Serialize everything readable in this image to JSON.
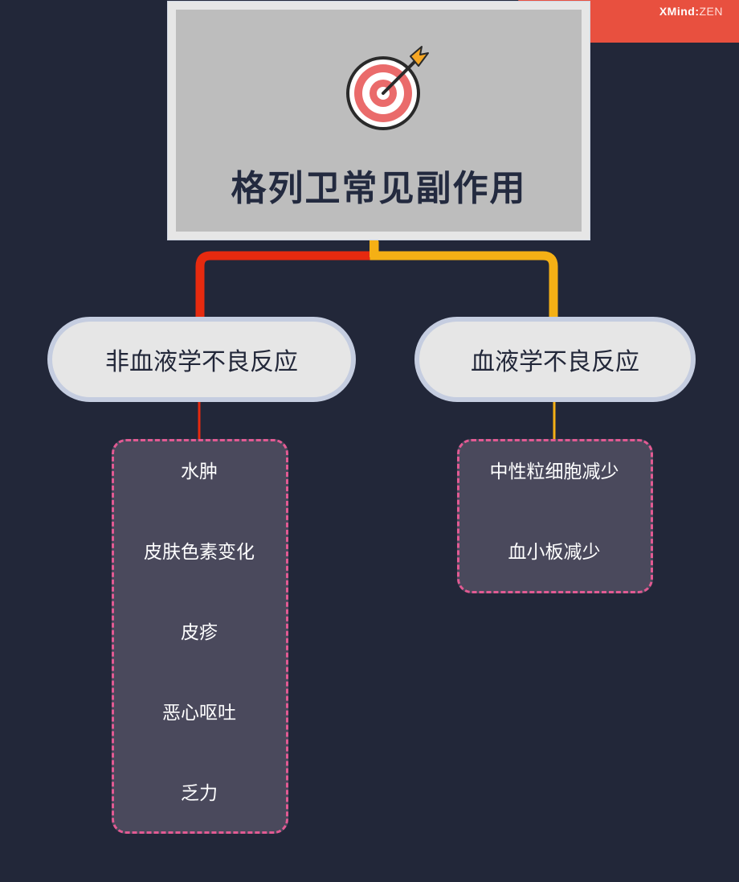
{
  "watermark": {
    "brand": "XMind",
    "sep": ":",
    "edition": "ZEN"
  },
  "root": {
    "title": "格列卫常见副作用",
    "icon": "target-arrow-icon"
  },
  "branches": [
    {
      "label": "非血液学不良反应",
      "color": "#e62a0f",
      "children": [
        "水肿",
        "皮肤色素变化",
        "皮疹",
        "恶心呕吐",
        "乏力"
      ]
    },
    {
      "label": "血液学不良反应",
      "color": "#f5b015",
      "children": [
        "中性粒细胞减少",
        "血小板减少"
      ]
    }
  ],
  "colors": {
    "background": "#222739",
    "group_fill": "#4a495c",
    "group_border": "#e25a93",
    "branch_fill": "#e6e6e6",
    "branch_border": "#c5cde0",
    "root_fill": "#bdbdbd",
    "watermark": "#e8503f"
  }
}
